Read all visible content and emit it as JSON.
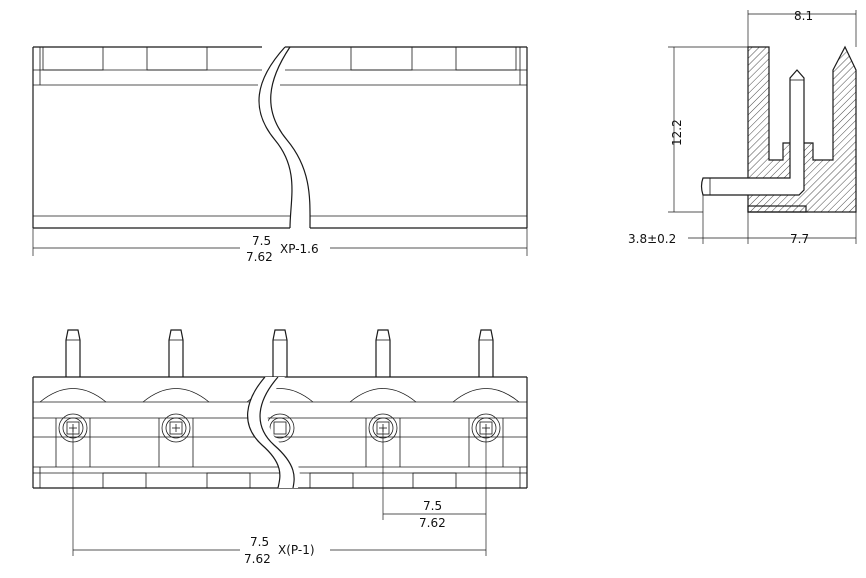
{
  "top_view": {
    "pitch_top": "7.5",
    "pitch_bottom": "7.62",
    "pitch_suffix": "XP-1.6"
  },
  "front_view": {
    "pitch_top": "7.5",
    "pitch_bottom": "7.62",
    "pitch_suffix": "X(P-1)",
    "unit_pitch_top": "7.5",
    "unit_pitch_bottom": "7.62"
  },
  "side_view": {
    "width_top": "8.1",
    "height": "12.2",
    "pin_length": "3.8±0.2",
    "depth": "7.7"
  }
}
